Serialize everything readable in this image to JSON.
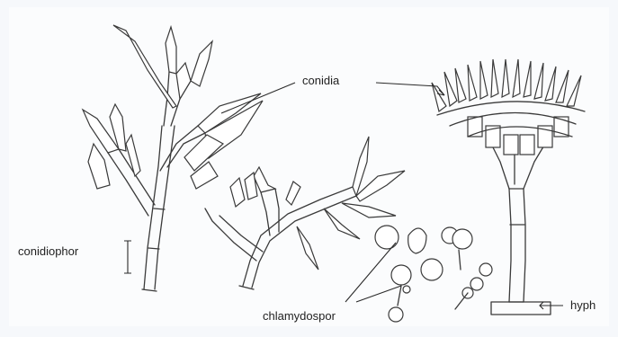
{
  "labels": {
    "conidia": "conidia",
    "conidiophor": "conidiophor",
    "chlamydospor": "chlamydospor",
    "hyph": "hyph"
  }
}
